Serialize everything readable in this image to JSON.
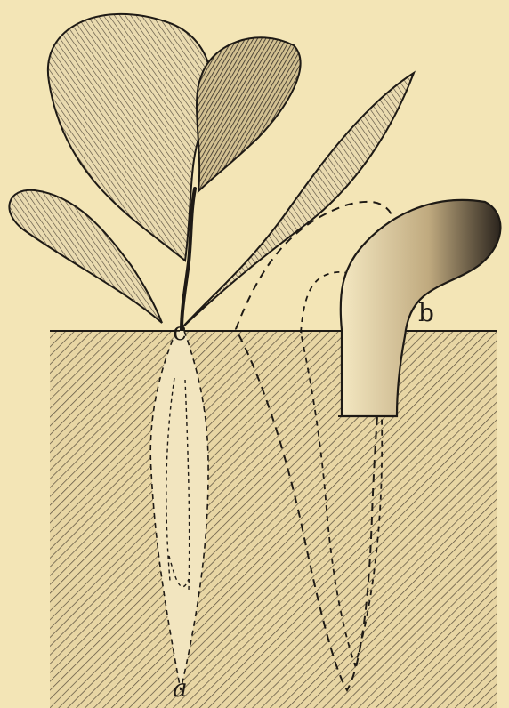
{
  "labels": {
    "a": "a",
    "b": "b",
    "c": "c"
  },
  "colors": {
    "background": "#f3e5b6",
    "ink": "#1e1a15",
    "soil": "#e4d09b"
  }
}
